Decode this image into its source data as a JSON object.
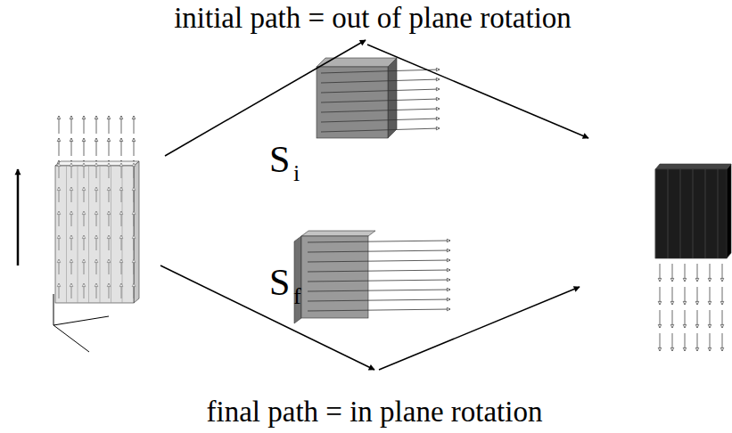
{
  "diagram": {
    "labels": [
      "initial path = out of plane rotation",
      "S",
      "i",
      "S",
      "f",
      "final path = in plane rotation"
    ]
  }
}
